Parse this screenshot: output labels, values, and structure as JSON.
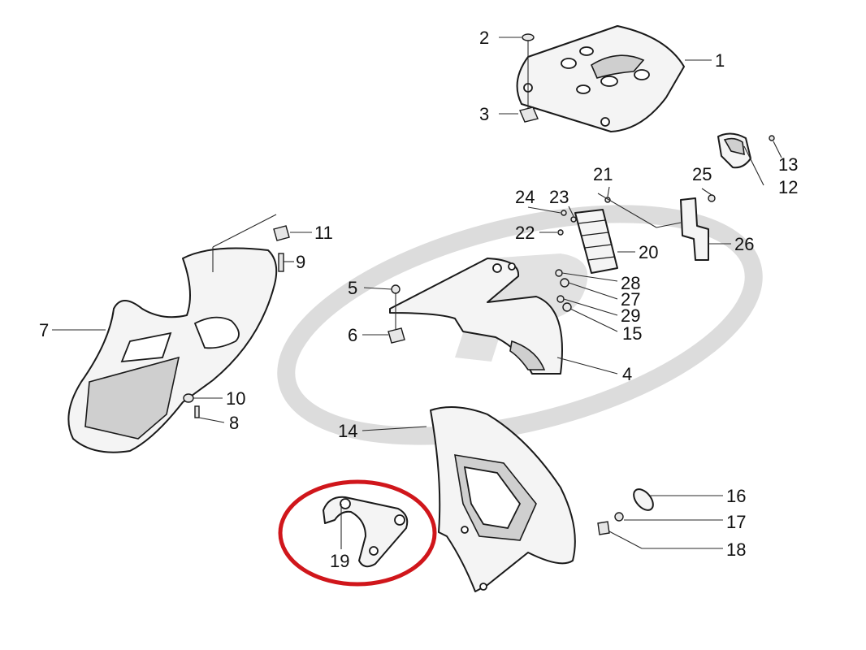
{
  "diagram": {
    "colors": {
      "watermark": "#dcdcdc",
      "highlight_ring": "#d0161b",
      "line": "#1a1a1a",
      "background": "#ffffff"
    },
    "highlighted_part": "19",
    "callouts": {
      "c1": "1",
      "c2": "2",
      "c3": "3",
      "c4": "4",
      "c5": "5",
      "c6": "6",
      "c7": "7",
      "c8": "8",
      "c9": "9",
      "c10": "10",
      "c11": "11",
      "c12": "12",
      "c13": "13",
      "c14": "14",
      "c15": "15",
      "c16": "16",
      "c17": "17",
      "c18": "18",
      "c19": "19",
      "c20": "20",
      "c21": "21",
      "c22": "22",
      "c23": "23",
      "c24": "24",
      "c25": "25",
      "c26": "26",
      "c27": "27",
      "c28": "28",
      "c29": "29"
    }
  }
}
